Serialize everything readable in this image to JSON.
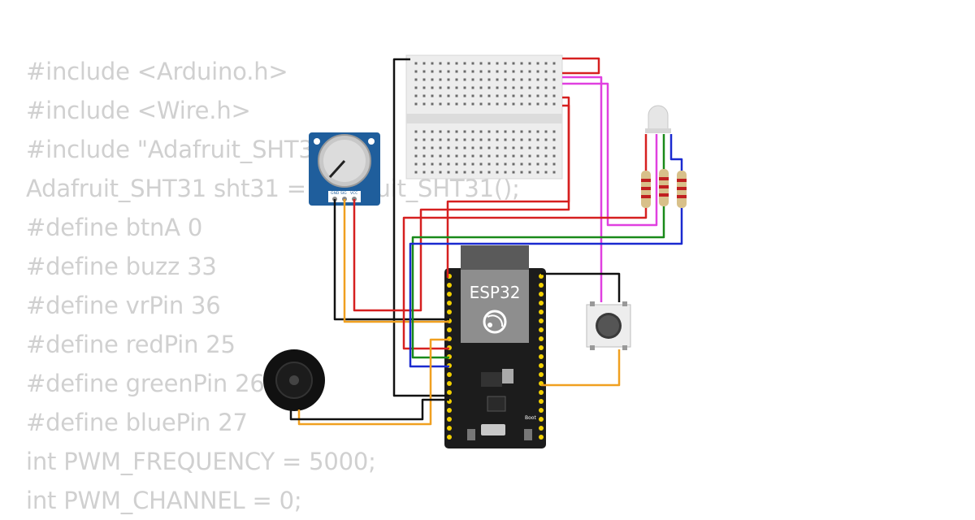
{
  "code_lines": [
    "#include <Arduino.h>",
    "#include <Wire.h>",
    "#include \"Adafruit_SHT31.h\"",
    "Adafruit_SHT31 sht31 = Adafruit_SHT31();",
    "#define btnA 0",
    "#define buzz 33",
    "#define vrPin 36",
    "#define redPin 25",
    "#define greenPin 26",
    "#define bluePin 27",
    "int PWM_FREQUENCY = 5000;",
    "int PWM_CHANNEL = 0;"
  ],
  "board": {
    "name": "ESP32",
    "boot_label": "Boot"
  },
  "potentiometer": {
    "pins": [
      "GND",
      "SIG",
      "VCC"
    ]
  },
  "colors": {
    "wire_black": "#111111",
    "wire_red": "#d62020",
    "wire_orange": "#f0a020",
    "wire_green": "#1a8a1a",
    "wire_blue": "#1a2ad0",
    "wire_magenta": "#e040e0",
    "board_body": "#1c1c1c",
    "pot_body": "#1f5e9c",
    "breadboard": "#ececec"
  },
  "icons": [
    "esp32-logo-icon",
    "potentiometer-knob-icon",
    "buzzer-icon",
    "pushbutton-icon",
    "rgb-led-icon"
  ]
}
